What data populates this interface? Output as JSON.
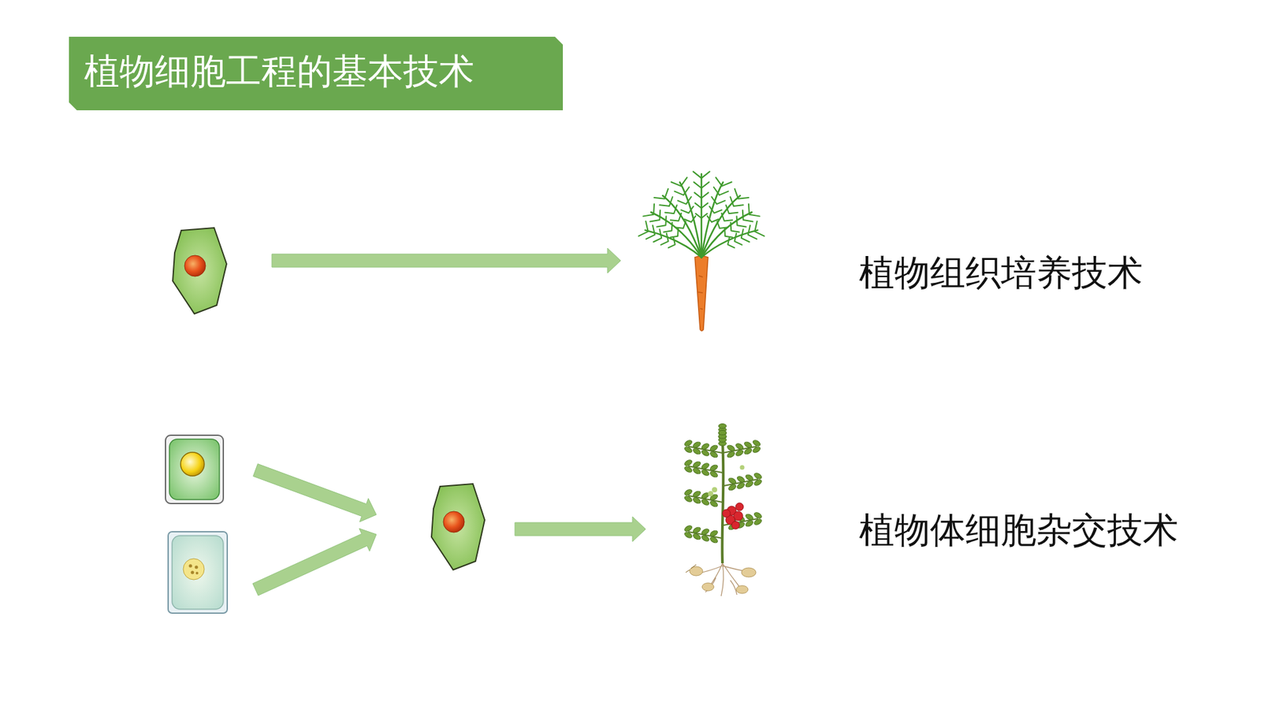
{
  "diagram": {
    "title": "植物细胞工程的基本技术",
    "labels": [
      "植物组织培养技术",
      "植物体细胞杂交技术"
    ]
  }
}
